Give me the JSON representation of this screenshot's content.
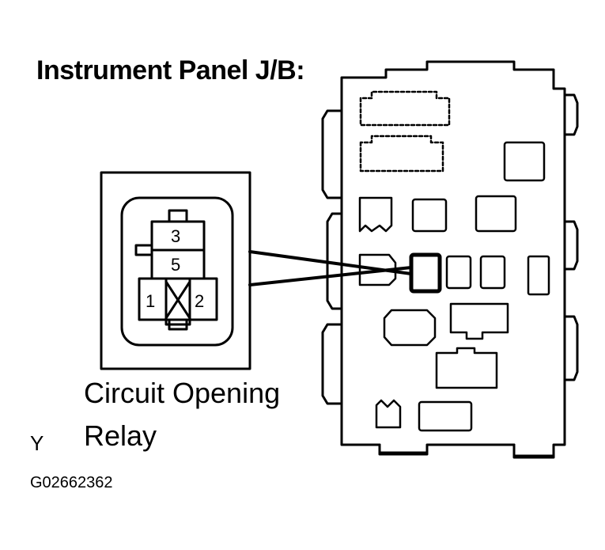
{
  "title": "Instrument Panel J/B:",
  "relay_label_line1": "Circuit Opening",
  "relay_label_line2": "Relay",
  "orientation_mark": "Y",
  "figure_id": "G02662362",
  "terminals": {
    "t3": "3",
    "t5": "5",
    "t1": "1",
    "t2": "2"
  }
}
